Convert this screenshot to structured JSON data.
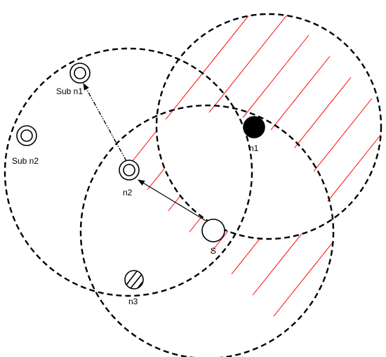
{
  "diagram": {
    "labels": {
      "sub_n1": "Sub n1",
      "sub_n2": "Sub n2",
      "n1": "n1",
      "n2": "n2",
      "n3": "n3",
      "s": "S"
    }
  },
  "colors": {
    "stroke": "#000000",
    "hatch": "#ff0000",
    "background": "#ffffff",
    "n1_fill": "#000000",
    "node_fill": "#ffffff"
  }
}
